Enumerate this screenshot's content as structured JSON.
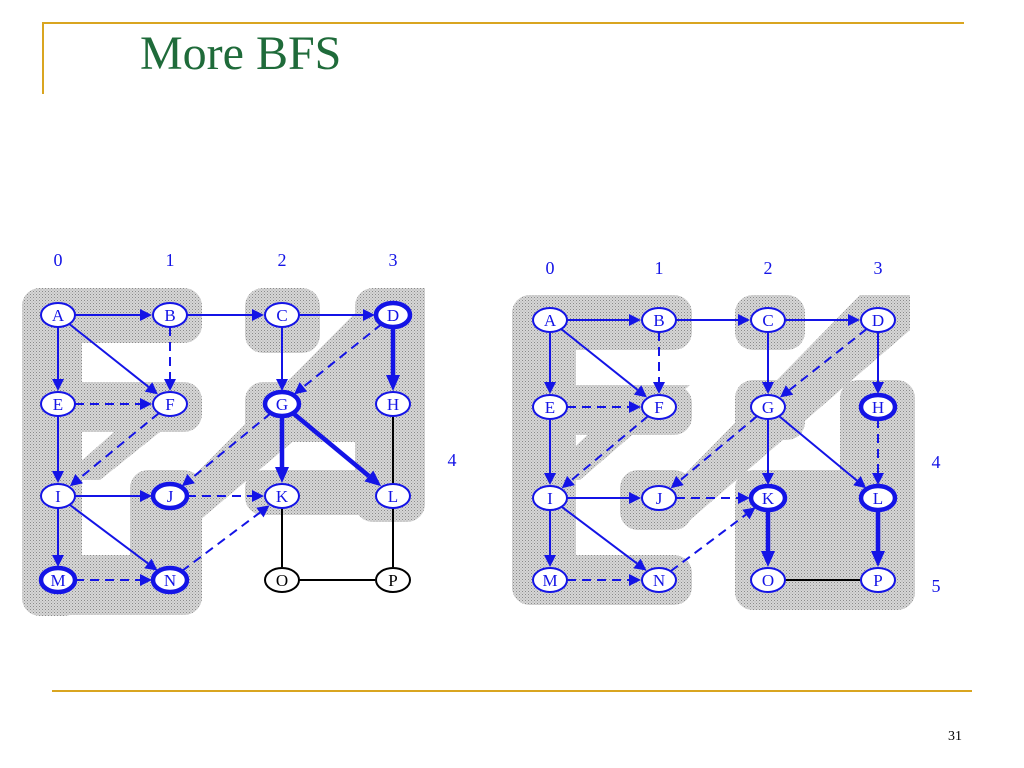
{
  "slide": {
    "title": "More BFS",
    "page_number": "31",
    "colors": {
      "title": "#1f6b3a",
      "rule": "#d9a520",
      "visited": "#1414e6",
      "unvisited": "#000000",
      "shade": "#c6c6c6"
    }
  },
  "graphs": [
    {
      "level_labels": [
        "0",
        "1",
        "2",
        "3",
        "4"
      ],
      "nodes": [
        {
          "id": "A",
          "state": "visited"
        },
        {
          "id": "B",
          "state": "visited"
        },
        {
          "id": "C",
          "state": "visited"
        },
        {
          "id": "D",
          "state": "frontier"
        },
        {
          "id": "E",
          "state": "visited"
        },
        {
          "id": "F",
          "state": "visited"
        },
        {
          "id": "G",
          "state": "frontier"
        },
        {
          "id": "H",
          "state": "visited"
        },
        {
          "id": "I",
          "state": "visited"
        },
        {
          "id": "J",
          "state": "frontier"
        },
        {
          "id": "K",
          "state": "visited"
        },
        {
          "id": "L",
          "state": "visited"
        },
        {
          "id": "M",
          "state": "frontier"
        },
        {
          "id": "N",
          "state": "frontier"
        },
        {
          "id": "O",
          "state": "unvisited"
        },
        {
          "id": "P",
          "state": "unvisited"
        }
      ],
      "edges": [
        {
          "from": "A",
          "to": "B",
          "kind": "tree"
        },
        {
          "from": "B",
          "to": "C",
          "kind": "tree"
        },
        {
          "from": "C",
          "to": "D",
          "kind": "tree"
        },
        {
          "from": "A",
          "to": "E",
          "kind": "tree"
        },
        {
          "from": "A",
          "to": "F",
          "kind": "tree"
        },
        {
          "from": "B",
          "to": "F",
          "kind": "nontree"
        },
        {
          "from": "C",
          "to": "G",
          "kind": "tree"
        },
        {
          "from": "D",
          "to": "H",
          "kind": "current"
        },
        {
          "from": "E",
          "to": "F",
          "kind": "nontree"
        },
        {
          "from": "F",
          "to": "I",
          "kind": "nontree"
        },
        {
          "from": "D",
          "to": "G",
          "kind": "nontree"
        },
        {
          "from": "G",
          "to": "J",
          "kind": "nontree"
        },
        {
          "from": "G",
          "to": "K",
          "kind": "current"
        },
        {
          "from": "G",
          "to": "L",
          "kind": "current"
        },
        {
          "from": "H",
          "to": "L",
          "kind": "plain"
        },
        {
          "from": "E",
          "to": "I",
          "kind": "tree"
        },
        {
          "from": "I",
          "to": "J",
          "kind": "tree"
        },
        {
          "from": "J",
          "to": "K",
          "kind": "nontree"
        },
        {
          "from": "I",
          "to": "M",
          "kind": "tree"
        },
        {
          "from": "I",
          "to": "N",
          "kind": "tree"
        },
        {
          "from": "M",
          "to": "N",
          "kind": "nontree"
        },
        {
          "from": "N",
          "to": "K",
          "kind": "nontree"
        },
        {
          "from": "K",
          "to": "O",
          "kind": "plain"
        },
        {
          "from": "O",
          "to": "P",
          "kind": "plain"
        },
        {
          "from": "L",
          "to": "P",
          "kind": "plain"
        }
      ]
    },
    {
      "level_labels": [
        "0",
        "1",
        "2",
        "3",
        "4",
        "5"
      ],
      "nodes": [
        {
          "id": "A",
          "state": "visited"
        },
        {
          "id": "B",
          "state": "visited"
        },
        {
          "id": "C",
          "state": "visited"
        },
        {
          "id": "D",
          "state": "visited"
        },
        {
          "id": "E",
          "state": "visited"
        },
        {
          "id": "F",
          "state": "visited"
        },
        {
          "id": "G",
          "state": "visited"
        },
        {
          "id": "H",
          "state": "frontier"
        },
        {
          "id": "I",
          "state": "visited"
        },
        {
          "id": "J",
          "state": "visited"
        },
        {
          "id": "K",
          "state": "frontier"
        },
        {
          "id": "L",
          "state": "frontier"
        },
        {
          "id": "M",
          "state": "visited"
        },
        {
          "id": "N",
          "state": "visited"
        },
        {
          "id": "O",
          "state": "visited"
        },
        {
          "id": "P",
          "state": "visited"
        }
      ],
      "edges": [
        {
          "from": "A",
          "to": "B",
          "kind": "tree"
        },
        {
          "from": "B",
          "to": "C",
          "kind": "tree"
        },
        {
          "from": "C",
          "to": "D",
          "kind": "tree"
        },
        {
          "from": "A",
          "to": "E",
          "kind": "tree"
        },
        {
          "from": "A",
          "to": "F",
          "kind": "tree"
        },
        {
          "from": "B",
          "to": "F",
          "kind": "nontree"
        },
        {
          "from": "C",
          "to": "G",
          "kind": "tree"
        },
        {
          "from": "D",
          "to": "H",
          "kind": "tree"
        },
        {
          "from": "E",
          "to": "F",
          "kind": "nontree"
        },
        {
          "from": "F",
          "to": "I",
          "kind": "nontree"
        },
        {
          "from": "D",
          "to": "G",
          "kind": "nontree"
        },
        {
          "from": "G",
          "to": "J",
          "kind": "nontree"
        },
        {
          "from": "G",
          "to": "K",
          "kind": "tree"
        },
        {
          "from": "G",
          "to": "L",
          "kind": "tree"
        },
        {
          "from": "H",
          "to": "L",
          "kind": "nontree"
        },
        {
          "from": "E",
          "to": "I",
          "kind": "tree"
        },
        {
          "from": "I",
          "to": "J",
          "kind": "tree"
        },
        {
          "from": "J",
          "to": "K",
          "kind": "nontree"
        },
        {
          "from": "I",
          "to": "M",
          "kind": "tree"
        },
        {
          "from": "I",
          "to": "N",
          "kind": "tree"
        },
        {
          "from": "M",
          "to": "N",
          "kind": "nontree"
        },
        {
          "from": "N",
          "to": "K",
          "kind": "nontree"
        },
        {
          "from": "K",
          "to": "O",
          "kind": "current"
        },
        {
          "from": "L",
          "to": "P",
          "kind": "current"
        },
        {
          "from": "O",
          "to": "P",
          "kind": "plain"
        }
      ]
    }
  ]
}
